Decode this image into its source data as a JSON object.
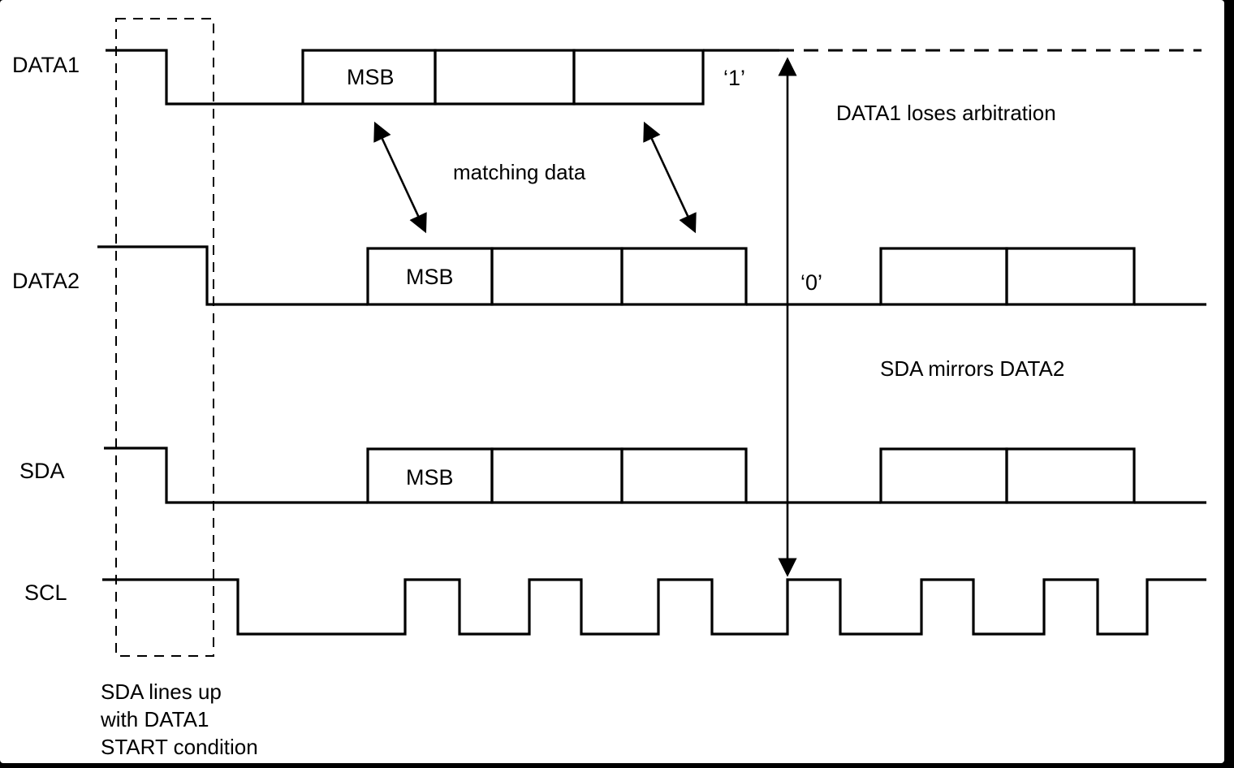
{
  "signals": {
    "data1": "DATA1",
    "data2": "DATA2",
    "sda": "SDA",
    "scl": "SCL"
  },
  "bit_labels": {
    "msb": "MSB",
    "one": "‘1’",
    "zero": "‘0’"
  },
  "annotations": {
    "matching_data": "matching data",
    "data1_loses": "DATA1 loses arbitration",
    "sda_mirrors": "SDA mirrors DATA2",
    "note_line1": "SDA lines up",
    "note_line2": "with DATA1",
    "note_line3": "START condition"
  },
  "colors": {
    "background": "#ffffff",
    "ink": "#000000",
    "border": "#000000"
  }
}
